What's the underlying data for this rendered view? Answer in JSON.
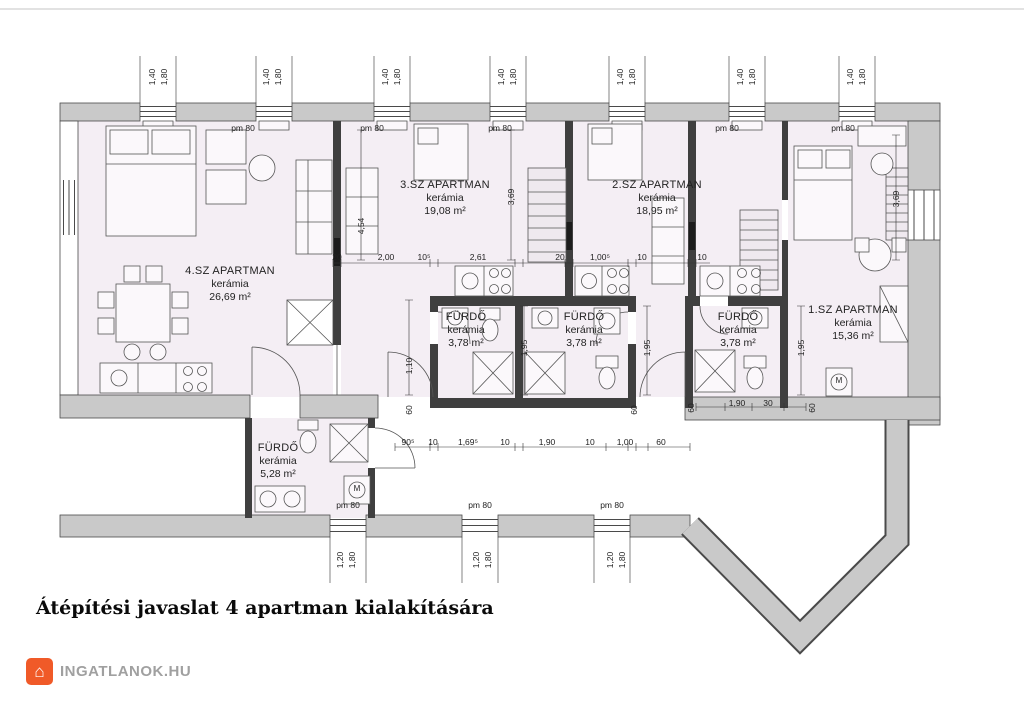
{
  "title": {
    "text": "Átépítési javaslat 4 apartman kialakítására"
  },
  "brand": {
    "name": "INGATLANOK.HU",
    "house_icon": "⌂"
  },
  "rooms": {
    "apartments": [
      {
        "name": "4.SZ APARTMAN",
        "material": "kerámia",
        "area": "26,69 m²"
      },
      {
        "name": "3.SZ APARTMAN",
        "material": "kerámia",
        "area": "19,08 m²"
      },
      {
        "name": "2.SZ APARTMAN",
        "material": "kerámia",
        "area": "18,95 m²"
      },
      {
        "name": "1.SZ APARTMAN",
        "material": "kerámia",
        "area": "15,36 m²"
      }
    ],
    "bathrooms": [
      {
        "name": "FÜRDŐ",
        "material": "kerámia",
        "area": "3,78 m²"
      },
      {
        "name": "FÜRDŐ",
        "material": "kerámia",
        "area": "3,78 m²"
      },
      {
        "name": "FÜRDŐ",
        "material": "kerámia",
        "area": "3,78 m²"
      },
      {
        "name": "FÜRDŐ",
        "material": "kerámia",
        "area": "5,28 m²"
      }
    ]
  },
  "dims": {
    "sill": "1,40",
    "head": "1,80",
    "low": "1,20",
    "pm80": "pm 80",
    "w20": "20",
    "w200": "2,00",
    "w10": "10",
    "w105": "10⁵",
    "w261": "2,61",
    "w1005": "1,00⁵",
    "w905": "90⁵",
    "w1695": "1,69⁵",
    "w190": "1,90",
    "w100": "1,00",
    "w60": "60",
    "w30": "30",
    "h454": "4,54",
    "h369": "3,69",
    "h110": "1,10",
    "h195": "1,95"
  },
  "appliances": {
    "washer": "M"
  },
  "colors": {
    "wall": "#c9c9c9",
    "room": "#f4eef4",
    "accent": "#f05a28"
  }
}
